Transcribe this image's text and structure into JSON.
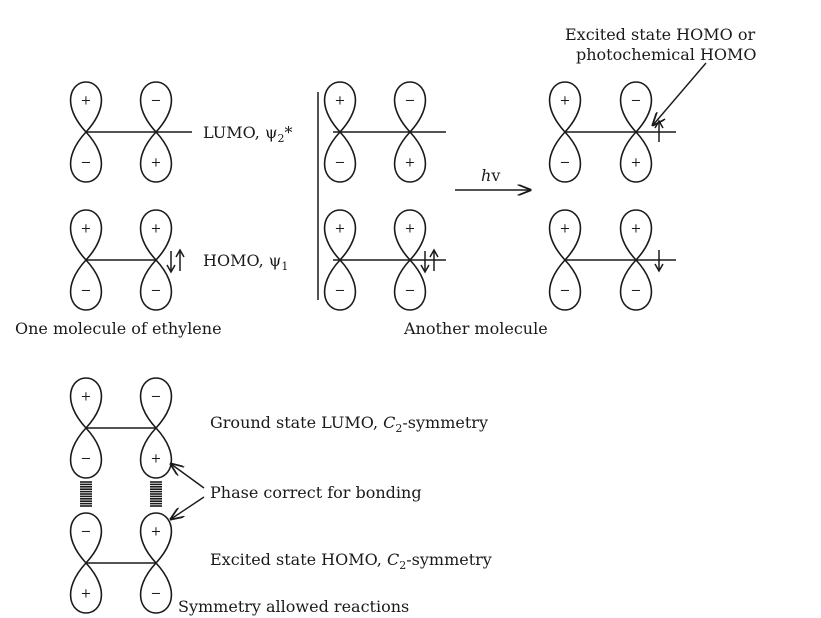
{
  "labels": {
    "lumo": "LUMO, ψ",
    "lumo_sub": "2",
    "lumo_star": "*",
    "homo": "HOMO, ψ",
    "homo_sub": "1",
    "molecule_one": "One molecule of ethylene",
    "molecule_two": "Another molecule",
    "excited_line1": "Excited state HOMO or",
    "excited_line2": "photochemical HOMO",
    "hv_h": "h",
    "hv_v": "v",
    "ground_lumo_pre": "Ground state LUMO, ",
    "ground_lumo_c": "C",
    "ground_lumo_sub": "2",
    "ground_lumo_post": "-symmetry",
    "phase_correct": "Phase correct for bonding",
    "excited_homo_pre": "Excited state HOMO, ",
    "excited_homo_c": "C",
    "excited_homo_sub": "2",
    "excited_homo_post": "-symmetry",
    "allowed": "Symmetry allowed reactions"
  },
  "signs": {
    "plus": "+",
    "minus": "−"
  }
}
